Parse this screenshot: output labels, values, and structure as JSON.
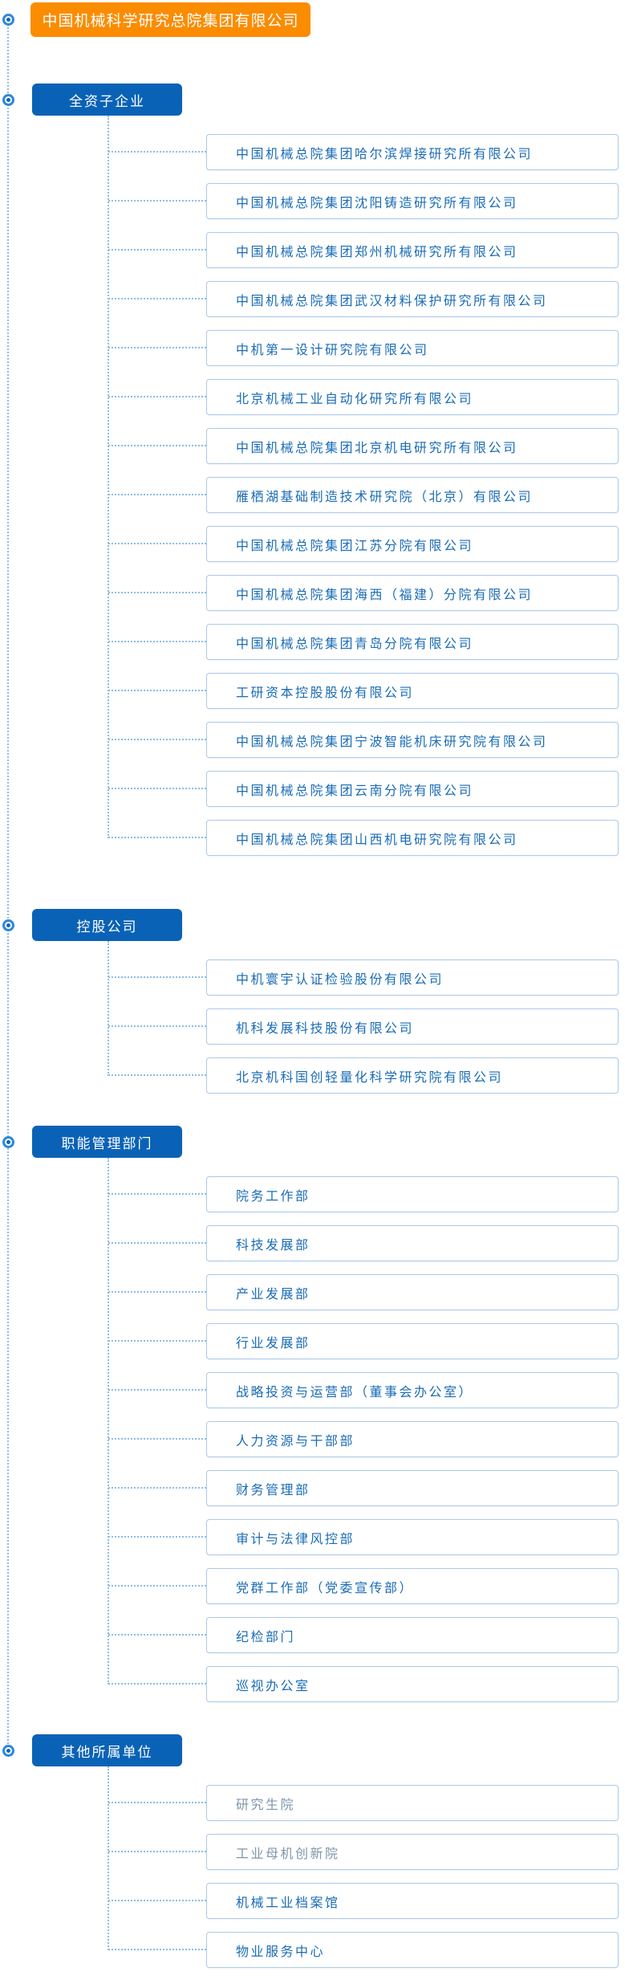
{
  "root": {
    "label": "中国机械科学研究总院集团有限公司"
  },
  "colors": {
    "root_bg": "#FB8C00",
    "section_bg": "#0A62B6",
    "item_text": "#1A6CB5",
    "item_border": "#ABC9E9",
    "connector": "#8FBCE8",
    "bullet_ring": "#2F88DB",
    "bullet_dot": "#0E65B7",
    "muted_text": "#7E95AC"
  },
  "icons": {
    "node_bullet": "circled-dot"
  },
  "sections": [
    {
      "label": "全资子企业",
      "items": [
        {
          "label": "中国机械总院集团哈尔滨焊接研究所有限公司"
        },
        {
          "label": "中国机械总院集团沈阳铸造研究所有限公司"
        },
        {
          "label": "中国机械总院集团郑州机械研究所有限公司"
        },
        {
          "label": "中国机械总院集团武汉材料保护研究所有限公司"
        },
        {
          "label": "中机第一设计研究院有限公司"
        },
        {
          "label": "北京机械工业自动化研究所有限公司"
        },
        {
          "label": "中国机械总院集团北京机电研究所有限公司"
        },
        {
          "label": "雁栖湖基础制造技术研究院（北京）有限公司"
        },
        {
          "label": "中国机械总院集团江苏分院有限公司"
        },
        {
          "label": "中国机械总院集团海西（福建）分院有限公司"
        },
        {
          "label": "中国机械总院集团青岛分院有限公司"
        },
        {
          "label": "工研资本控股股份有限公司"
        },
        {
          "label": "中国机械总院集团宁波智能机床研究院有限公司"
        },
        {
          "label": "中国机械总院集团云南分院有限公司"
        },
        {
          "label": "中国机械总院集团山西机电研究院有限公司"
        }
      ]
    },
    {
      "label": "控股公司",
      "items": [
        {
          "label": "中机寰宇认证检验股份有限公司"
        },
        {
          "label": "机科发展科技股份有限公司"
        },
        {
          "label": "北京机科国创轻量化科学研究院有限公司"
        }
      ]
    },
    {
      "label": "职能管理部门",
      "items": [
        {
          "label": "院务工作部"
        },
        {
          "label": "科技发展部"
        },
        {
          "label": "产业发展部"
        },
        {
          "label": "行业发展部"
        },
        {
          "label": "战略投资与运营部（董事会办公室）"
        },
        {
          "label": "人力资源与干部部"
        },
        {
          "label": "财务管理部"
        },
        {
          "label": "审计与法律风控部"
        },
        {
          "label": "党群工作部（党委宣传部）"
        },
        {
          "label": "纪检部门"
        },
        {
          "label": "巡视办公室"
        }
      ]
    },
    {
      "label": "其他所属单位",
      "items": [
        {
          "label": "研究生院",
          "muted": true
        },
        {
          "label": "工业母机创新院",
          "muted": true
        },
        {
          "label": "机械工业档案馆"
        },
        {
          "label": "物业服务中心"
        }
      ]
    }
  ]
}
